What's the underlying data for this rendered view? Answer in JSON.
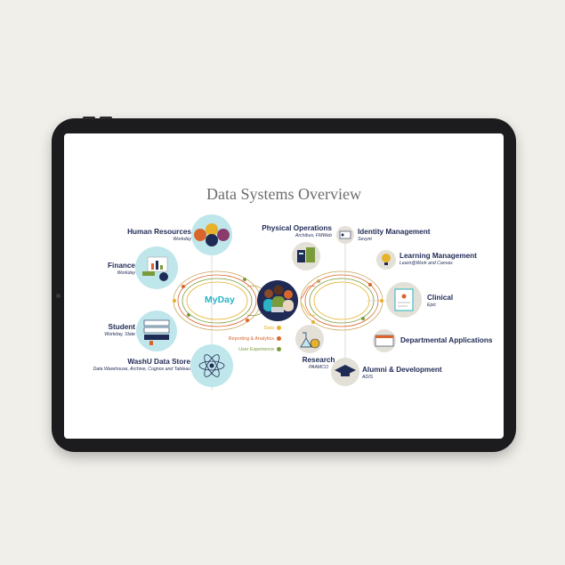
{
  "title": "Data Systems Overview",
  "hub": "MyDay",
  "left_systems": [
    {
      "name": "Human Resources",
      "sub": "Workday",
      "icon": "people-icon"
    },
    {
      "name": "Finance",
      "sub": "Workday",
      "icon": "finance-chart-icon"
    },
    {
      "name": "Student",
      "sub": "Workday, Slate",
      "icon": "books-icon"
    },
    {
      "name": "WashU Data Store",
      "sub": "Data Warehouse, Archive, Cognos and Tableau",
      "icon": "atom-icon"
    }
  ],
  "center_systems": [
    {
      "name": "Physical Operations",
      "sub": "Archibus, FMWeb",
      "icon": "building-icon"
    },
    {
      "name": "Research",
      "sub": "PAAMCO",
      "icon": "flask-icon"
    }
  ],
  "right_systems": [
    {
      "name": "Identity Management",
      "sub": "Sevynt",
      "icon": "id-card-icon"
    },
    {
      "name": "Learning Management",
      "sub": "Learn@Work and Canvas",
      "icon": "lightbulb-icon"
    },
    {
      "name": "Clinical",
      "sub": "Epic",
      "icon": "clipboard-icon"
    },
    {
      "name": "Departmental Applications",
      "sub": "",
      "icon": "browser-window-icon"
    },
    {
      "name": "Alumni & Development",
      "sub": "ADIS",
      "icon": "graduation-cap-icon"
    }
  ],
  "legend": [
    {
      "label": "Data",
      "color": "#e7b12a"
    },
    {
      "label": "Reporting & Analytics",
      "color": "#d9652c"
    },
    {
      "label": "User Experience",
      "color": "#7a9b3a"
    }
  ],
  "colors": {
    "teal_bubble": "#bfe6ea",
    "gray_bubble": "#e3e0d8",
    "navy": "#1f2a55",
    "gold": "#c9a35a"
  }
}
